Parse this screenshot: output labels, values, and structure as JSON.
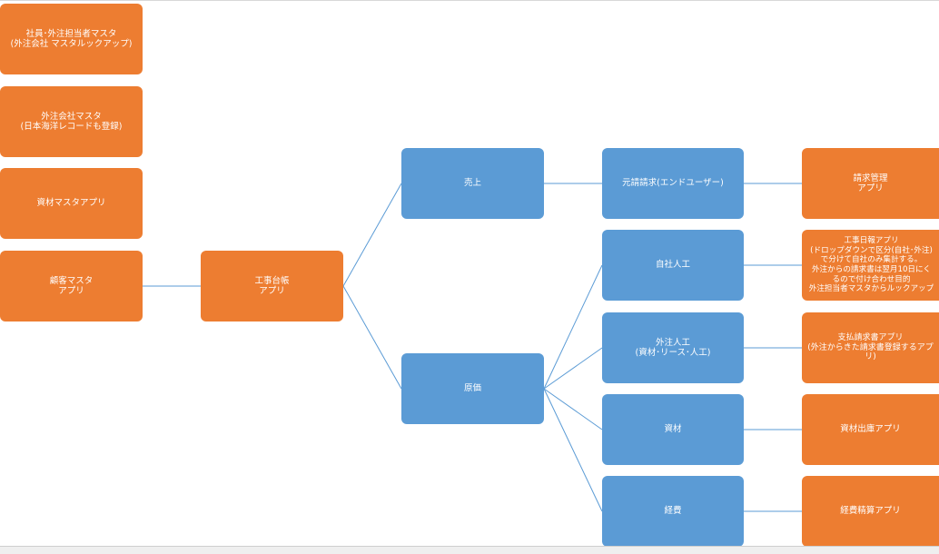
{
  "diagram": {
    "colors": {
      "orange": "#ed7d31",
      "blue": "#5b9bd5",
      "line": "#5b9bd5"
    },
    "left_masters": [
      {
        "id": "staff-master",
        "label": "社員･外注担当者マスタ\n(外注会社 マスタルックアップ)"
      },
      {
        "id": "subcontractor-master",
        "label": "外注会社マスタ\n(日本海洋レコードも登録)"
      },
      {
        "id": "materials-master",
        "label": "資材マスタアプリ"
      },
      {
        "id": "customer-master",
        "label": "顧客マスタ\nアプリ"
      }
    ],
    "construction_ledger": {
      "label": "工事台帳\nアプリ"
    },
    "categories": {
      "sales": {
        "label": "売上"
      },
      "cost": {
        "label": "原価"
      }
    },
    "sub_categories": {
      "prime_billing": {
        "label": "元請請求(エンドユーザー)"
      },
      "in_house_labor": {
        "label": "自社人工"
      },
      "outsourced_labor": {
        "label": "外注人工\n(資材･リース･人工)"
      },
      "materials": {
        "label": "資材"
      },
      "expenses": {
        "label": "経費"
      }
    },
    "apps": {
      "billing_management": {
        "label": "請求管理\nアプリ"
      },
      "daily_report": {
        "label": "工事日報アプリ\n(ドロップダウンで区分(自社･外注)\nで分けて自社のみ集計する。\n外注からの請求書は翌月10日にく\nるので付け合わせ目的\n外注担当者マスタからルックアップ"
      },
      "payment_invoice": {
        "label": "支払請求書アプリ\n(外注からきた請求書登録するアプ\nリ)"
      },
      "material_issue": {
        "label": "資材出庫アプリ"
      },
      "expense_settlement": {
        "label": "経費精算アプリ"
      }
    }
  }
}
